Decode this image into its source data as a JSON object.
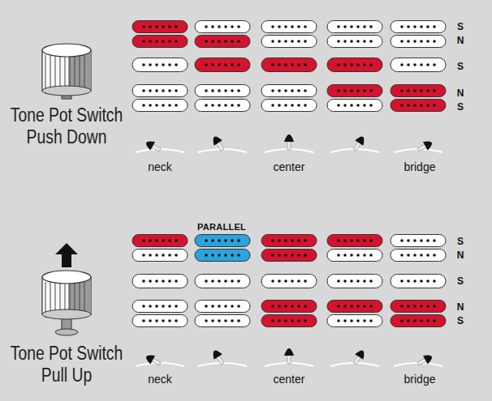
{
  "diagram": {
    "labels": [
      "Tone Pot Switch Push Down",
      "S",
      "N",
      "S",
      "N",
      "S",
      "neck",
      "center",
      "bridge",
      "PARALLEL",
      "Tone Pot Switch Pull Up",
      "S",
      "N",
      "S",
      "N",
      "S",
      "neck",
      "center",
      "bridge"
    ]
  }
}
